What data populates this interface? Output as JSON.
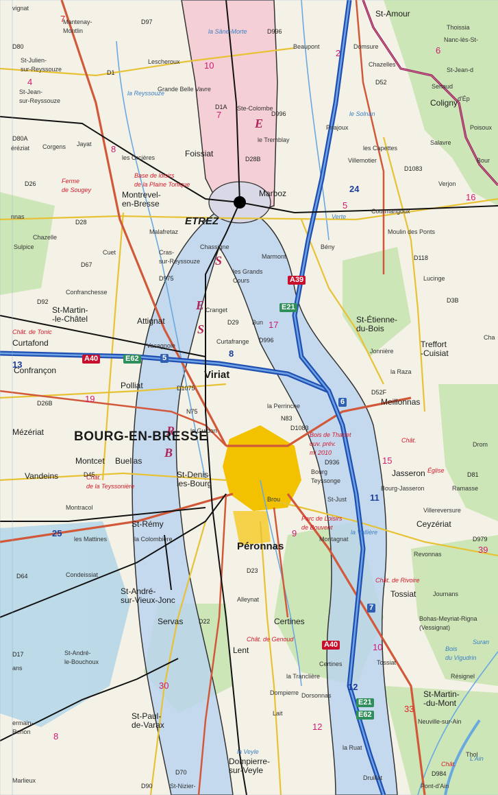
{
  "map": {
    "corridor_marker": "ETREZ",
    "corridor_letters": [
      "E",
      "S",
      "E",
      "S",
      "B",
      "R"
    ],
    "towns": [
      {
        "key": "vignat",
        "label": "vignat"
      },
      {
        "key": "mantenay",
        "label": "Mantenay-\nMontlin"
      },
      {
        "key": "lescheroux",
        "label": "Lescheroux"
      },
      {
        "key": "beaupont",
        "label": "Beaupont"
      },
      {
        "key": "st_amour",
        "label": "St-Amour"
      },
      {
        "key": "thoissia",
        "label": "Thoissia"
      },
      {
        "key": "nanc",
        "label": "Nanc-lès-St-"
      },
      {
        "key": "domsure",
        "label": "Domsure"
      },
      {
        "key": "chazelles",
        "label": "Chazelles"
      },
      {
        "key": "st_jean_d",
        "label": "St-Jean-d"
      },
      {
        "key": "senaud",
        "label": "Senaud"
      },
      {
        "key": "dep",
        "label": "d'Ép"
      },
      {
        "key": "coligny",
        "label": "Coligny"
      },
      {
        "key": "st_julien",
        "label": "St-Julien-\nsur-Reyssouze"
      },
      {
        "key": "st_jean_rey",
        "label": "St-Jean-\nsur-Reyssouze"
      },
      {
        "key": "grande_belle",
        "label": "Grande Belle Vavre"
      },
      {
        "key": "ste_colombe",
        "label": "Ste-Colombe"
      },
      {
        "key": "pirajoux",
        "label": "Pirajoux"
      },
      {
        "key": "le_tremblay",
        "label": "le Tremblay"
      },
      {
        "key": "les_capettes",
        "label": "les Capettes"
      },
      {
        "key": "salavre",
        "label": "Salavre"
      },
      {
        "key": "poisoux",
        "label": "Poisoux"
      },
      {
        "key": "bourc",
        "label": "Bour"
      },
      {
        "key": "cezeriat",
        "label": "éréziat"
      },
      {
        "key": "corgens",
        "label": "Corgens"
      },
      {
        "key": "jayat",
        "label": "Jayat"
      },
      {
        "key": "les_orcieres",
        "label": "les Orcières"
      },
      {
        "key": "foissiat",
        "label": "Foissiat"
      },
      {
        "key": "villemotier",
        "label": "Villemotier"
      },
      {
        "key": "verjon",
        "label": "Verjon"
      },
      {
        "key": "montrevel",
        "label": "Montrevel-\nen-Bresse"
      },
      {
        "key": "marboz",
        "label": "Marboz"
      },
      {
        "key": "courmangoux",
        "label": "Courmangoux"
      },
      {
        "key": "nnas",
        "label": "nnas"
      },
      {
        "key": "chazelle",
        "label": "Chazelle"
      },
      {
        "key": "sulpice",
        "label": "Sulpice"
      },
      {
        "key": "malafretaz",
        "label": "Malafretaz"
      },
      {
        "key": "moulin_ponts",
        "label": "Moulin des Ponts"
      },
      {
        "key": "cuet",
        "label": "Cuet"
      },
      {
        "key": "chassigne",
        "label": "Chassigne"
      },
      {
        "key": "cras",
        "label": "Cras-\nsur-Reyssouze"
      },
      {
        "key": "marmont",
        "label": "Marmont"
      },
      {
        "key": "beny",
        "label": "Bény"
      },
      {
        "key": "lucinge",
        "label": "Lucinge"
      },
      {
        "key": "les_grands_cours",
        "label": "les Grands\nCours"
      },
      {
        "key": "confranchesse",
        "label": "Confranchesse"
      },
      {
        "key": "st_martin_chatel",
        "label": "St-Martin-\n-le-Châtel"
      },
      {
        "key": "attignat",
        "label": "Attignat"
      },
      {
        "key": "cranget",
        "label": "Cranget"
      },
      {
        "key": "bun",
        "label": "Bun"
      },
      {
        "key": "st_etienne",
        "label": "St-Étienne-\ndu-Bois"
      },
      {
        "key": "curtafond",
        "label": "Curtafond"
      },
      {
        "key": "treffort",
        "label": "Treffort\n-Cuisiat"
      },
      {
        "key": "cha",
        "label": "Cha"
      },
      {
        "key": "curtafrange",
        "label": "Curtafrange"
      },
      {
        "key": "vacagnole",
        "label": "Vacagnole"
      },
      {
        "key": "jonniere",
        "label": "Jonnière"
      },
      {
        "key": "la_raza",
        "label": "la Raza"
      },
      {
        "key": "confrancon",
        "label": "Confrançon"
      },
      {
        "key": "viriat",
        "label": "Viriat"
      },
      {
        "key": "polliat",
        "label": "Polliat"
      },
      {
        "key": "meillonnas",
        "label": "Meillonnas"
      },
      {
        "key": "la_perrinche",
        "label": "la Perrinche"
      },
      {
        "key": "mezeriat",
        "label": "Mézériat"
      },
      {
        "key": "le_guidon",
        "label": "le Guidon"
      },
      {
        "key": "bourg",
        "label": "BOURG-EN-BRESSE"
      },
      {
        "key": "drom",
        "label": "Drom"
      },
      {
        "key": "montcet",
        "label": "Montcet"
      },
      {
        "key": "buellas",
        "label": "Buellas"
      },
      {
        "key": "vandeins",
        "label": "Vandeins"
      },
      {
        "key": "st_denis",
        "label": "St-Denis-\nles-Bourg"
      },
      {
        "key": "bourg_teyssonge",
        "label": "Bourg\nTeyssonge"
      },
      {
        "key": "jasseron",
        "label": "Jasseron"
      },
      {
        "key": "ramasse",
        "label": "Ramasse"
      },
      {
        "key": "st_just",
        "label": "St-Just"
      },
      {
        "key": "bourg_jasseron",
        "label": "Bourg-Jasseron"
      },
      {
        "key": "villereversure",
        "label": "Villereversure"
      },
      {
        "key": "montracol",
        "label": "Montracol"
      },
      {
        "key": "brou",
        "label": "Brou"
      },
      {
        "key": "st_remy",
        "label": "St-Rémy"
      },
      {
        "key": "ceyzeriat",
        "label": "Ceyzériat"
      },
      {
        "key": "les_mattines",
        "label": "les Mattines"
      },
      {
        "key": "la_colombiere",
        "label": "la Colombière"
      },
      {
        "key": "peronnas",
        "label": "Péronnas"
      },
      {
        "key": "montagnat",
        "label": "Montagnat"
      },
      {
        "key": "revonnas",
        "label": "Revonnas"
      },
      {
        "key": "condeissiat",
        "label": "Condeissiat"
      },
      {
        "key": "journans",
        "label": "Journans"
      },
      {
        "key": "tossiat",
        "label": "Tossiat"
      },
      {
        "key": "st_andre_vieux",
        "label": "St-André-\nsur-Vieux-Jonc"
      },
      {
        "key": "alleynat",
        "label": "Alleynat"
      },
      {
        "key": "bohas",
        "label": "Bohas-Meyriat-Rigna\n(Vessignat)"
      },
      {
        "key": "servas",
        "label": "Servas"
      },
      {
        "key": "certines",
        "label": "Certines"
      },
      {
        "key": "st_andre_bouchoux",
        "label": "St-André-\nle-Bouchoux"
      },
      {
        "key": "lent",
        "label": "Lent"
      },
      {
        "key": "certines2",
        "label": "Certines"
      },
      {
        "key": "tossiat2",
        "label": "Tossiat"
      },
      {
        "key": "ans",
        "label": "ans"
      },
      {
        "key": "la_tranchiere",
        "label": "la Tranclière"
      },
      {
        "key": "resignel",
        "label": "Résignel"
      },
      {
        "key": "dompierre_v",
        "label": "Dompierre"
      },
      {
        "key": "dorsonnas",
        "label": "Dorsonnas"
      },
      {
        "key": "st_martin_mont",
        "label": "St-Martin-\n-du-Mont"
      },
      {
        "key": "ermain",
        "label": "ermain-\nRenon"
      },
      {
        "key": "st_paul",
        "label": "St-Paul-\nde-Varax"
      },
      {
        "key": "neuville",
        "label": "Neuville-sur-Ain"
      },
      {
        "key": "lait",
        "label": "Lait"
      },
      {
        "key": "la_ruat",
        "label": "la Ruat"
      },
      {
        "key": "dompierre",
        "label": "Dompierre-\nsur-Veyle"
      },
      {
        "key": "marlieux",
        "label": "Marlieux"
      },
      {
        "key": "druillat",
        "label": "Druillat"
      },
      {
        "key": "st_nizier",
        "label": "St-Nizier-"
      },
      {
        "key": "pont_ain",
        "label": "Pont-d'Ain"
      },
      {
        "key": "thol",
        "label": "Thol"
      }
    ],
    "red_labels": [
      {
        "key": "ferme",
        "label": "Ferme\nde Sougey"
      },
      {
        "key": "base_loisirs",
        "label": "Base de loisirs\nde la Plaine Tonique"
      },
      {
        "key": "chat_tonic",
        "label": "Chât. de Tonic"
      },
      {
        "key": "bois_ouv",
        "label": "Bois de Tharlet\nouv. prév.\nmi 2010"
      },
      {
        "key": "chat",
        "label": "Chât."
      },
      {
        "key": "eglise",
        "label": "Église"
      },
      {
        "key": "chat_teyss",
        "label": "Chât.\nde la Teyssonière"
      },
      {
        "key": "parc_loisirs",
        "label": "Parc de Loisirs\nde Bouvent"
      },
      {
        "key": "chat_rivoire",
        "label": "Chât. de Rivoire"
      },
      {
        "key": "chat_genoud",
        "label": "Chât. de Genoud"
      },
      {
        "key": "chat2",
        "label": "Chât."
      }
    ],
    "green_labels": [
      {
        "key": "bois_vigudrin",
        "label": "Bois\ndu Vigudrin"
      },
      {
        "key": "surans",
        "label": "Suran"
      },
      {
        "key": "ain",
        "label": "L'Ain"
      },
      {
        "key": "reyssouze",
        "label": "la Reyssouze"
      },
      {
        "key": "sane_morte",
        "label": "la Sâne-Morte"
      },
      {
        "key": "solnan",
        "label": "le Solnan"
      },
      {
        "key": "veyle",
        "label": "la Veyle"
      },
      {
        "key": "lane_vive",
        "label": "la Vallière"
      },
      {
        "key": "verte",
        "label": "Verte"
      }
    ],
    "roads": [
      {
        "key": "d97",
        "label": "D97"
      },
      {
        "key": "d996a",
        "label": "D996"
      },
      {
        "key": "d80",
        "label": "D80"
      },
      {
        "key": "d1",
        "label": "D1"
      },
      {
        "key": "d1a",
        "label": "D1A"
      },
      {
        "key": "d28b",
        "label": "D28B"
      },
      {
        "key": "d996b",
        "label": "D996"
      },
      {
        "key": "d52",
        "label": "D52"
      },
      {
        "key": "d1083",
        "label": "D1083"
      },
      {
        "key": "d80a",
        "label": "D80A"
      },
      {
        "key": "d26a",
        "label": "D26"
      },
      {
        "key": "d28",
        "label": "D28"
      },
      {
        "key": "d118",
        "label": "D118"
      },
      {
        "key": "d975",
        "label": "D975"
      },
      {
        "key": "d67",
        "label": "D67"
      },
      {
        "key": "d3b",
        "label": "D3B"
      },
      {
        "key": "d92",
        "label": "D92"
      },
      {
        "key": "d29",
        "label": "D29"
      },
      {
        "key": "d996c",
        "label": "D996"
      },
      {
        "key": "d52f",
        "label": "D52F"
      },
      {
        "key": "d26b",
        "label": "D26B"
      },
      {
        "key": "d45",
        "label": "D45"
      },
      {
        "key": "d1075",
        "label": "D1075"
      },
      {
        "key": "n75",
        "label": "N75"
      },
      {
        "key": "d1083b",
        "label": "D1083"
      },
      {
        "key": "n83",
        "label": "N83"
      },
      {
        "key": "d936",
        "label": "D936"
      },
      {
        "key": "d81",
        "label": "D81"
      },
      {
        "key": "d979",
        "label": "D979"
      },
      {
        "key": "d23",
        "label": "D23"
      },
      {
        "key": "d64",
        "label": "D64"
      },
      {
        "key": "d22",
        "label": "D22"
      },
      {
        "key": "d17",
        "label": "D17"
      },
      {
        "key": "d70",
        "label": "D70"
      },
      {
        "key": "d984",
        "label": "D984"
      },
      {
        "key": "d90",
        "label": "D90"
      }
    ],
    "shields": [
      {
        "key": "a39",
        "label": "A39",
        "style": "red"
      },
      {
        "key": "a40",
        "label": "A40",
        "style": "red"
      },
      {
        "key": "a40b",
        "label": "A40",
        "style": "red"
      },
      {
        "key": "e62",
        "label": "E62",
        "style": "green"
      },
      {
        "key": "e21",
        "label": "E21",
        "style": "green"
      },
      {
        "key": "e21b",
        "label": "E21",
        "style": "green"
      },
      {
        "key": "e62b",
        "label": "E62",
        "style": "green"
      },
      {
        "key": "j5",
        "label": "5",
        "style": "blue"
      },
      {
        "key": "j6",
        "label": "6",
        "style": "blue"
      },
      {
        "key": "j7",
        "label": "7",
        "style": "blue"
      }
    ],
    "numbers": [
      {
        "key": "n7a",
        "label": "7",
        "style": "red"
      },
      {
        "key": "n10a",
        "label": "10",
        "style": "pink"
      },
      {
        "key": "n7b",
        "label": "7",
        "style": "pink"
      },
      {
        "key": "n2a",
        "label": "2",
        "style": "pink"
      },
      {
        "key": "n6a",
        "label": "6",
        "style": "pink"
      },
      {
        "key": "n8a",
        "label": "8",
        "style": "pink"
      },
      {
        "key": "n24",
        "label": "24",
        "style": "blue"
      },
      {
        "key": "n5a",
        "label": "5",
        "style": "pink"
      },
      {
        "key": "n16",
        "label": "16",
        "style": "pink"
      },
      {
        "key": "n13",
        "label": "13",
        "style": "blue"
      },
      {
        "key": "n8b",
        "label": "8",
        "style": "blue"
      },
      {
        "key": "n17",
        "label": "17",
        "style": "pink"
      },
      {
        "key": "n19",
        "label": "19",
        "style": "pink"
      },
      {
        "key": "n11",
        "label": "11",
        "style": "blue"
      },
      {
        "key": "n15",
        "label": "15",
        "style": "pink"
      },
      {
        "key": "n25",
        "label": "25",
        "style": "blue"
      },
      {
        "key": "n39",
        "label": "39",
        "style": "pink"
      },
      {
        "key": "n9",
        "label": "9",
        "style": "pink"
      },
      {
        "key": "n30",
        "label": "30",
        "style": "pink"
      },
      {
        "key": "n12a",
        "label": "12",
        "style": "blue"
      },
      {
        "key": "n10b",
        "label": "10",
        "style": "pink"
      },
      {
        "key": "n33",
        "label": "33",
        "style": "red"
      },
      {
        "key": "n12b",
        "label": "12",
        "style": "pink"
      },
      {
        "key": "n4",
        "label": "4",
        "style": "pink"
      },
      {
        "key": "n8c",
        "label": "8",
        "style": "pink"
      }
    ],
    "colors": {
      "corridor_blue": "#b9d3f0",
      "corridor_pink": "#f5cfd6",
      "urban": "#f2c200",
      "motorway": "#1f4fb0",
      "main_road": "#d2583a",
      "secondary_road": "#e7c235",
      "route_line": "#111111",
      "border": "#8d1a4a",
      "forest": "#c9e4b3",
      "water": "#6aa9e0"
    }
  }
}
